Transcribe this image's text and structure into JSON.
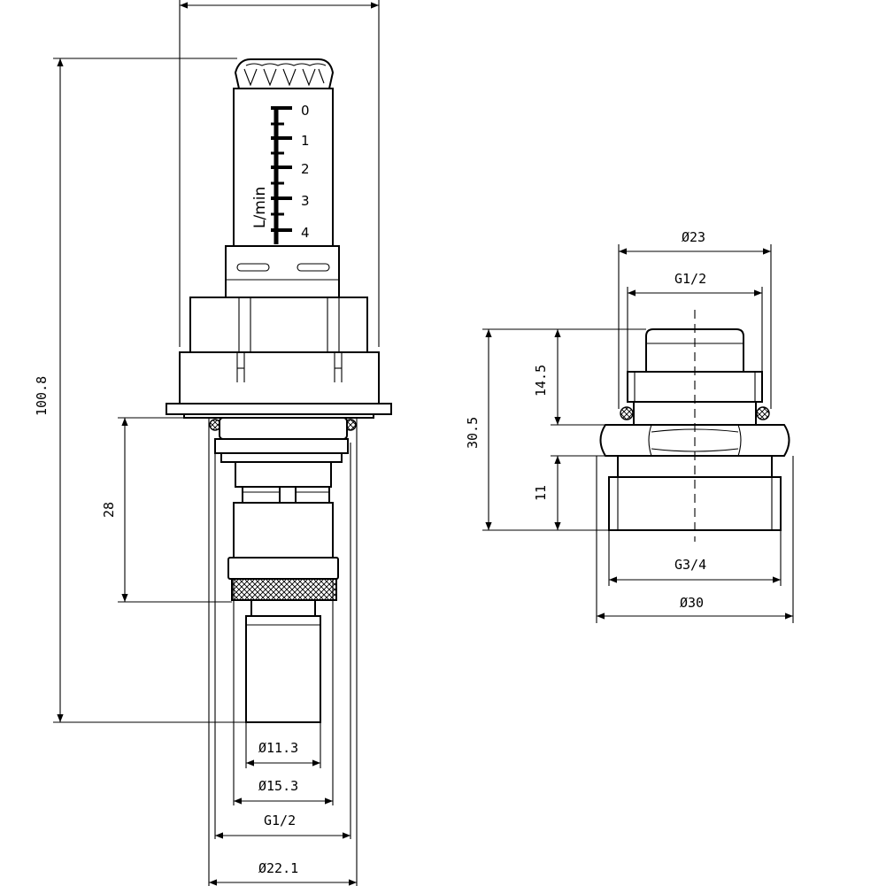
{
  "flowmeter": {
    "unit_label": "L/min",
    "scale_labels": [
      "0",
      "1",
      "2",
      "3",
      "4"
    ]
  },
  "left_view": {
    "dims": {
      "overall_height": "100.8",
      "lower_length": "28",
      "d_inner": "Ø11.3",
      "d_outer": "Ø15.3",
      "thread": "G1/2",
      "d_body": "Ø22.1"
    }
  },
  "right_view": {
    "dims": {
      "d_top": "Ø23",
      "thread_top": "G1/2",
      "upper_height": "14.5",
      "total_height": "30.5",
      "lower_height": "11",
      "thread_bottom": "G3/4",
      "d_bottom": "Ø30"
    }
  },
  "colors": {
    "line": "#000000",
    "background": "#ffffff"
  }
}
